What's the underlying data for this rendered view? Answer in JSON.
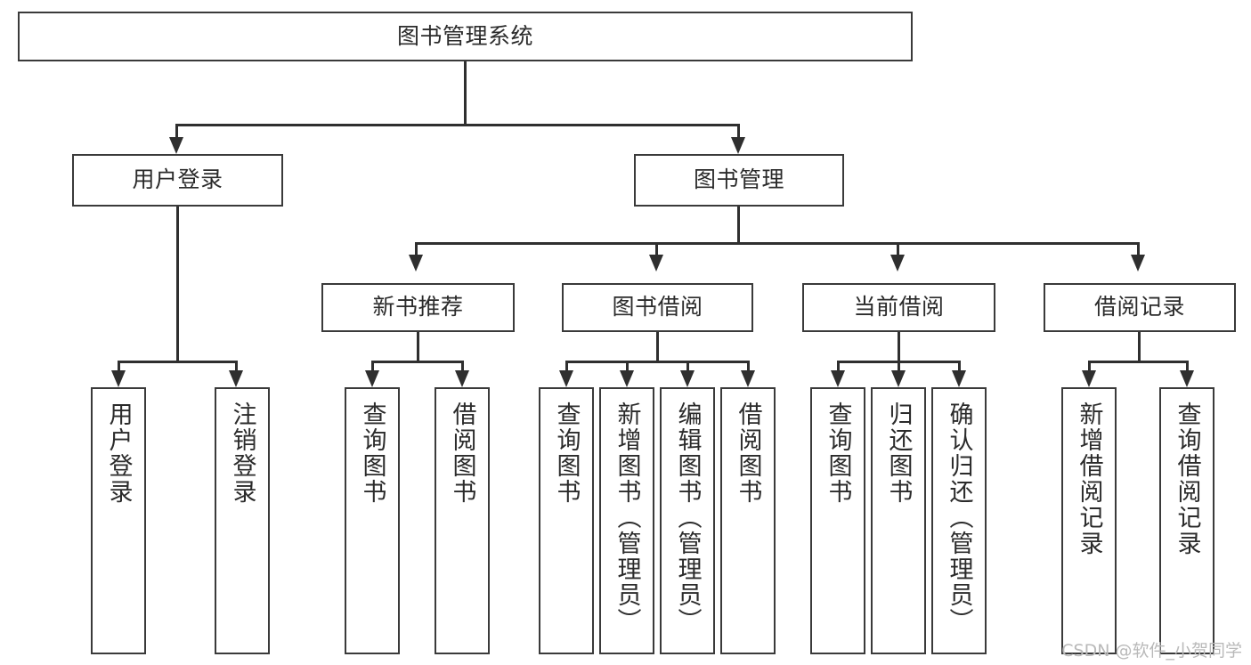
{
  "diagram": {
    "title": "图书管理系统",
    "type": "hierarchy-tree",
    "root": {
      "label": "图书管理系统"
    },
    "level2": [
      {
        "label": "用户登录"
      },
      {
        "label": "图书管理"
      }
    ],
    "level3": [
      {
        "label": "新书推荐"
      },
      {
        "label": "图书借阅"
      },
      {
        "label": "当前借阅"
      },
      {
        "label": "借阅记录"
      }
    ],
    "leaves": {
      "user_login": [
        {
          "label": "用户登录"
        },
        {
          "label": "注销登录"
        }
      ],
      "new_book_recommend": [
        {
          "label": "查询图书"
        },
        {
          "label": "借阅图书"
        }
      ],
      "book_borrow": [
        {
          "label": "查询图书"
        },
        {
          "label": "新增图书（管理员）"
        },
        {
          "label": "编辑图书（管理员）"
        },
        {
          "label": "借阅图书"
        }
      ],
      "current_borrow": [
        {
          "label": "查询图书"
        },
        {
          "label": "归还图书"
        },
        {
          "label": "确认归还（管理员）"
        }
      ],
      "borrow_record": [
        {
          "label": "新增借阅记录"
        },
        {
          "label": "查询借阅记录"
        }
      ]
    }
  },
  "watermark": {
    "text": "CSDN @软件_小贺同学"
  },
  "colors": {
    "box_border": "#3a3a3a",
    "connector": "#2f2f2f",
    "text": "#2b2b2b",
    "background": "#ffffff",
    "watermark": "#b9b9b9"
  }
}
